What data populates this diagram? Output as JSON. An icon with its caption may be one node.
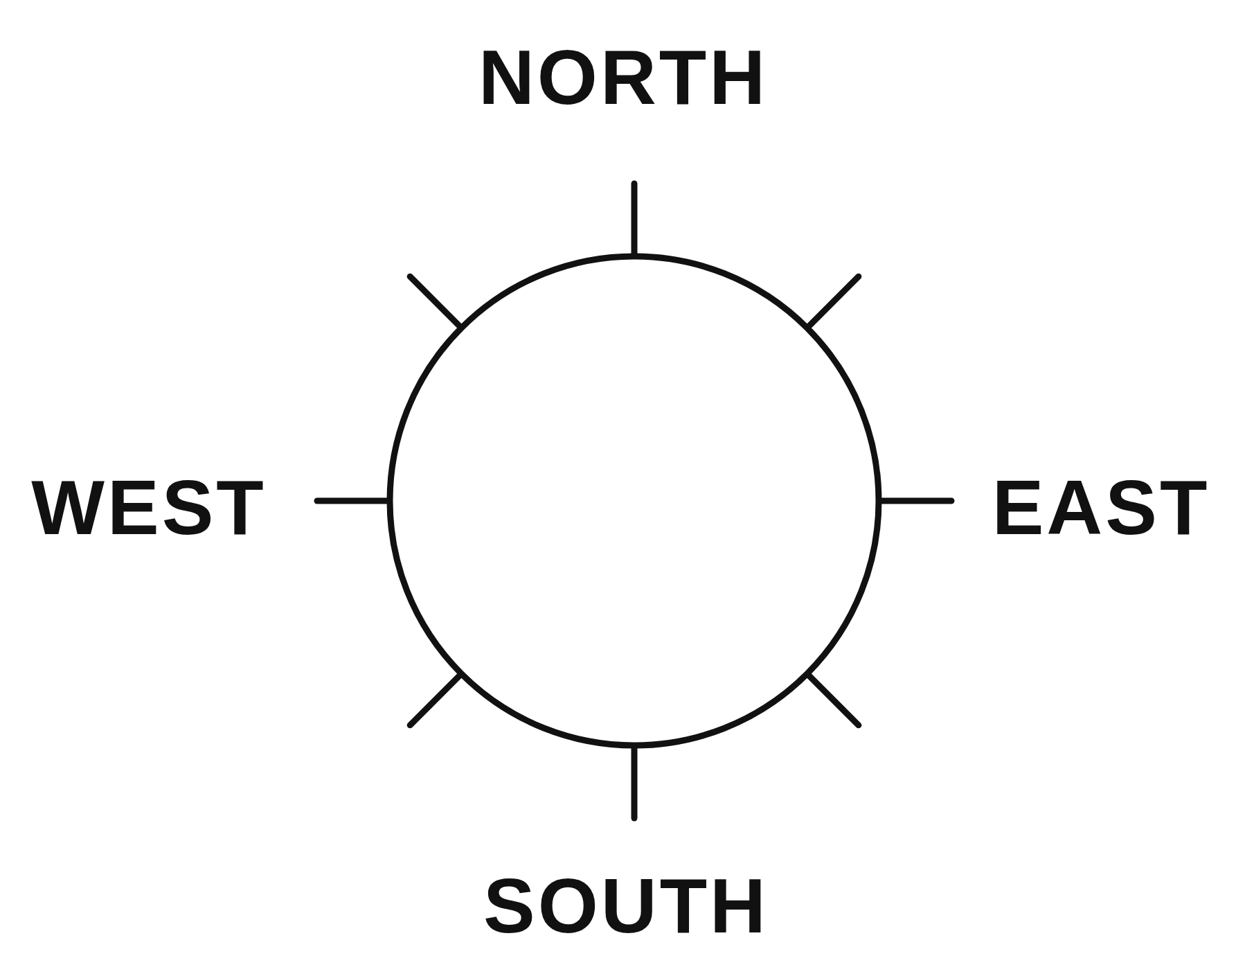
{
  "diagram": {
    "labels": [
      "NORTH",
      "WEST",
      "EAST",
      "SOUTH"
    ]
  }
}
